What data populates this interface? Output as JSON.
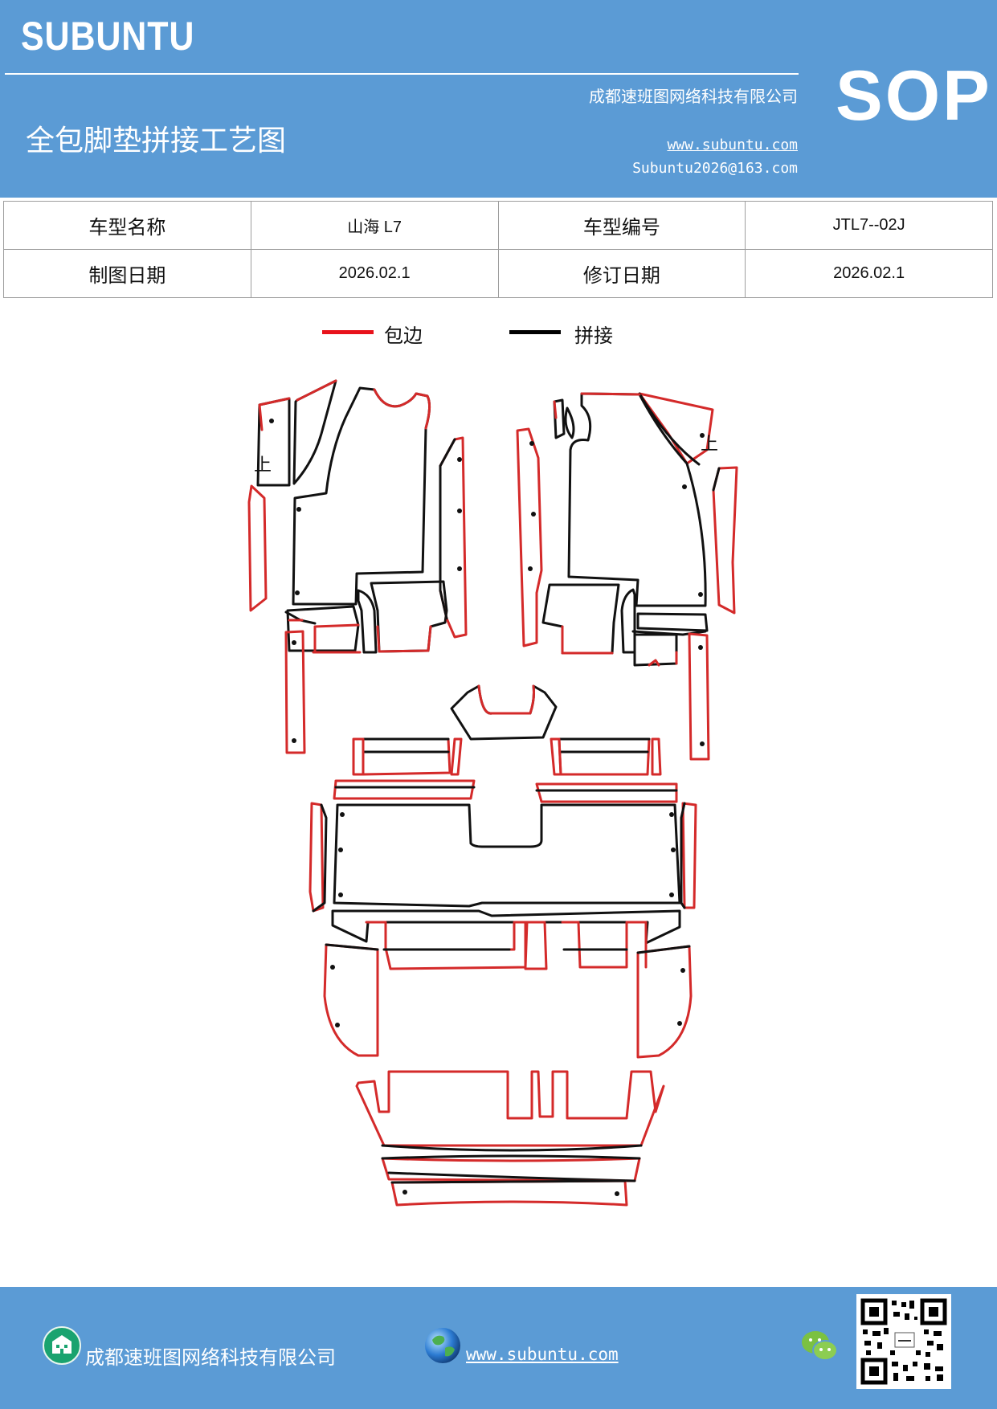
{
  "header": {
    "brand": "SUBUNTU",
    "company": "成都速班图网络科技有限公司",
    "title": "全包脚垫拼接工艺图",
    "url": "www.subuntu.com",
    "email": "Subuntu2026@163.com",
    "badge": "SOP"
  },
  "info_table": {
    "model_name_label": "车型名称",
    "model_name_value": "山海 L7",
    "model_code_label": "车型编号",
    "model_code_value": "JTL7--02J",
    "draw_date_label": "制图日期",
    "draw_date_value": "2026.02.1",
    "revise_date_label": "修订日期",
    "revise_date_value": "2026.02.1"
  },
  "legend": {
    "edge_label": "包边",
    "edge_color": "#e8121b",
    "join_label": "拼接",
    "join_color": "#000000"
  },
  "drawing": {
    "left_up_mark": "上",
    "right_up_mark": "上",
    "edge_color": "#d42a2a",
    "join_color": "#111111"
  },
  "footer": {
    "company": "成都速班图网络科技有限公司",
    "url": "www.subuntu.com",
    "company_icon": "building-icon",
    "web_icon": "globe-icon",
    "chat_icon": "wechat-icon",
    "qr_icon": "qr-code-icon"
  }
}
